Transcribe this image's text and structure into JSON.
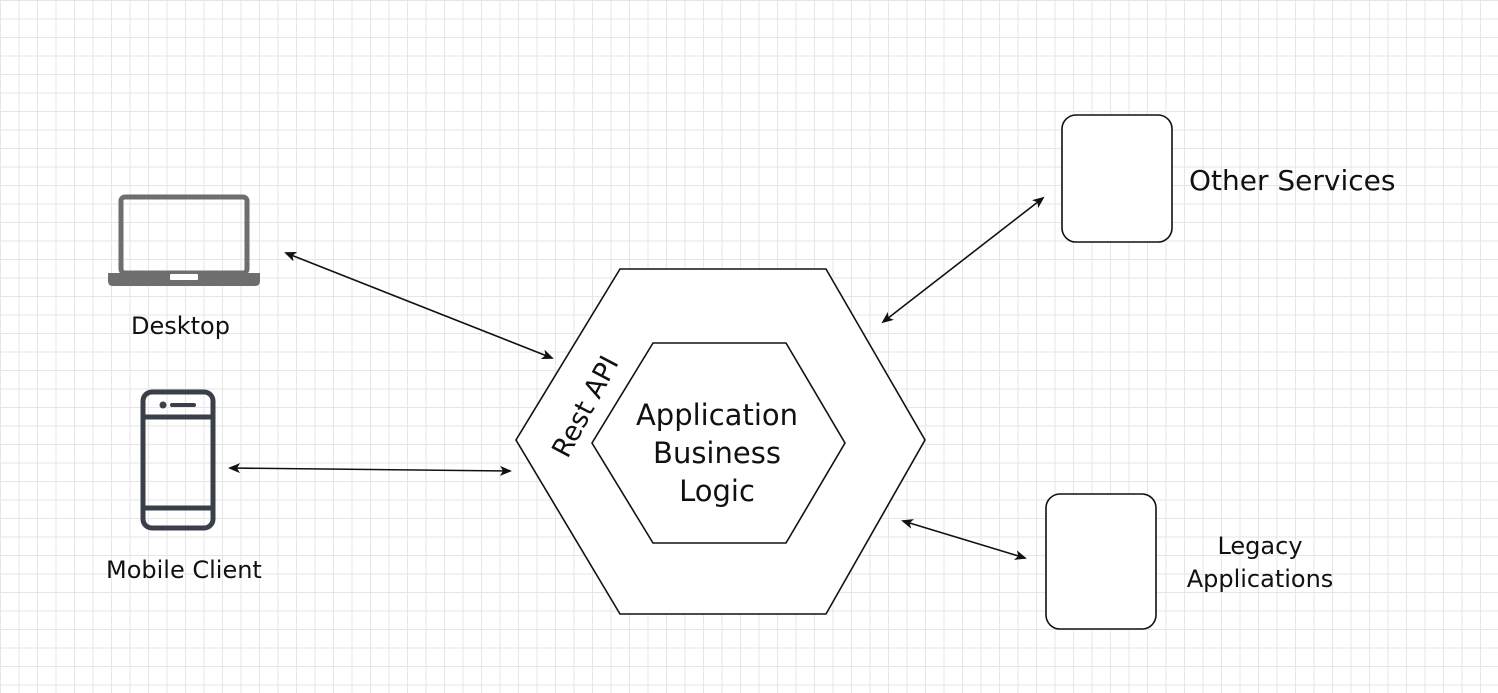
{
  "nodes": {
    "desktop": {
      "label": "Desktop",
      "icon": "laptop-icon"
    },
    "mobile": {
      "label": "Mobile Client",
      "icon": "smartphone-icon"
    },
    "other_services": {
      "label": "Other Services"
    },
    "legacy": {
      "label": "Legacy Applications"
    },
    "outer_hexagon": {
      "label": "Rest API"
    },
    "inner_hexagon": {
      "label": "Application Business Logic"
    }
  },
  "edges": [
    {
      "from": "desktop",
      "to": "outer_hexagon",
      "direction": "both"
    },
    {
      "from": "mobile",
      "to": "outer_hexagon",
      "direction": "both"
    },
    {
      "from": "outer_hexagon",
      "to": "other_services",
      "direction": "both"
    },
    {
      "from": "outer_hexagon",
      "to": "legacy",
      "direction": "both"
    }
  ],
  "colors": {
    "icon_gray": "#6e6e6e",
    "icon_dark": "#3a3f4a",
    "stroke": "#111111",
    "grid": "#e6e6e6"
  }
}
